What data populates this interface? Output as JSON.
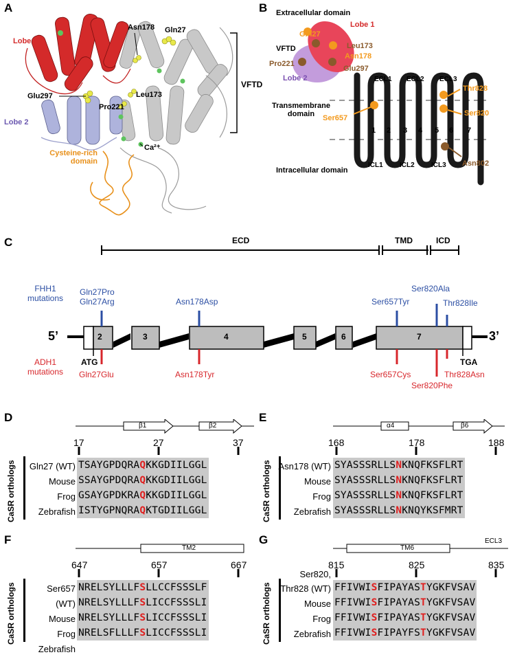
{
  "panels": {
    "A": "A",
    "B": "B",
    "C": "C",
    "D": "D",
    "E": "E",
    "F": "F",
    "G": "G"
  },
  "panel_a": {
    "labels": {
      "lobe1": "Lobe 1",
      "lobe2": "Lobe 2",
      "asn178": "Asn178",
      "gln27": "Gln27",
      "glu297": "Glu297",
      "leu173": "Leu173",
      "pro221": "Pro221",
      "ca": "Ca²⁺",
      "crd_line1": "Cysteine-rich",
      "crd_line2": "domain",
      "vftd": "VFTD"
    },
    "colors": {
      "lobe1": "#d42a2a",
      "lobe2": "#aeb3dc",
      "crd": "#e8901a",
      "other": "#c8c8c8",
      "residue": "#e8e84a",
      "ca": "#5ec45e"
    }
  },
  "panel_b": {
    "extracellular": "Extracellular domain",
    "transmembrane_line1": "Transmembrane",
    "transmembrane_line2": "domain",
    "intracellular": "Intracellular domain",
    "vftd": "VFTD",
    "lobe1": "Lobe 1",
    "lobe2": "Lobe 2",
    "residues": {
      "gln27": "Gln27",
      "leu173": "Leu173",
      "asn178": "Asn178",
      "pro221": "Pro221",
      "glu297": "Glu297",
      "thr828": "Thr828",
      "ser820": "Ser820",
      "ser657": "Ser657",
      "asn802": "Asn802"
    },
    "ecl": [
      "ECL1",
      "ECL2",
      "ECL3"
    ],
    "icl": [
      "ICL1",
      "ICL2",
      "ICL3"
    ],
    "tm": [
      "1",
      "2",
      "3",
      "4",
      "5",
      "6",
      "7"
    ],
    "colors": {
      "orange": "#f39a1e",
      "brown": "#8a5a2b",
      "lobe1": "#e8455a",
      "lobe2": "#b98bd6"
    }
  },
  "panel_c": {
    "ecd": "ECD",
    "tmd": "TMD",
    "icd": "ICD",
    "fhh1_line1": "FHH1",
    "fhh1_line2": "mutations",
    "adh1_line1": "ADH1",
    "adh1_line2": "mutations",
    "five": "5’",
    "three": "3’",
    "atg": "ATG",
    "tga": "TGA",
    "exons": [
      "2",
      "3",
      "4",
      "5",
      "6",
      "7"
    ],
    "fhh1_muts": [
      "Gln27Pro",
      "Gln27Arg",
      "Asn178Asp",
      "Ser657Tyr",
      "Ser820Ala",
      "Thr828Ile"
    ],
    "adh1_muts": [
      "Gln27Glu",
      "Asn178Tyr",
      "Ser657Cys",
      "Ser820Phe",
      "Thr828Asn"
    ],
    "colors": {
      "fhh1": "#2b4ea3",
      "adh1": "#d7262b",
      "exon": "#bdbdbd"
    }
  },
  "alignments": {
    "ylabel": "CaSR orthologs",
    "D": {
      "struct": [
        "β1",
        "β2"
      ],
      "ticks": [
        "17",
        "27",
        "37"
      ],
      "names": [
        "Gln27 (WT)",
        "Mouse",
        "Frog",
        "Zebrafish"
      ],
      "rows": [
        {
          "pre": "TSAYGPDQRA",
          "hl": "Q",
          "post": "KKGDIILGGL"
        },
        {
          "pre": "SSAYGPDQRA",
          "hl": "Q",
          "post": "KKGDIILGGL"
        },
        {
          "pre": "GSAYGPDKRA",
          "hl": "Q",
          "post": "KKGDIILGGL"
        },
        {
          "pre": "ISTYGPNQRA",
          "hl": "Q",
          "post": "KTGDIILGGL"
        }
      ]
    },
    "E": {
      "struct": [
        "α4",
        "β6"
      ],
      "ticks": [
        "168",
        "178",
        "188"
      ],
      "names": [
        "Asn178 (WT)",
        "Mouse",
        "Frog",
        "Zebrafish"
      ],
      "rows": [
        {
          "pre": "SYASSSRLLS",
          "hl": "N",
          "post": "KNQFKSFLRT"
        },
        {
          "pre": "SYASSSRLLS",
          "hl": "N",
          "post": "KNQFKSFLRT"
        },
        {
          "pre": "SYASSSRLLS",
          "hl": "N",
          "post": "KNQFKSFLRT"
        },
        {
          "pre": "SYASSSRLLS",
          "hl": "N",
          "post": "KNQYKSFMRT"
        }
      ]
    },
    "F": {
      "struct": [
        "TM2"
      ],
      "ticks": [
        "647",
        "657",
        "667"
      ],
      "names": [
        "Ser657 (WT)",
        "Mouse",
        "Frog",
        "Zebrafish"
      ],
      "rows": [
        {
          "pre": "NRELSYLLLF",
          "hl": "S",
          "post": "LLCCFSSSLF"
        },
        {
          "pre": "NRELSYLLLF",
          "hl": "S",
          "post": "LICCFSSSLI"
        },
        {
          "pre": "NRELSYLLLF",
          "hl": "S",
          "post": "LICCFSSSLI"
        },
        {
          "pre": "NRELSFLLLF",
          "hl": "S",
          "post": "LICCFSSSLI"
        }
      ]
    },
    "G": {
      "struct": [
        "TM6",
        "ECL3"
      ],
      "ticks": [
        "815",
        "825",
        "835"
      ],
      "names_line1": "Ser820,",
      "names": [
        "Thr828 (WT)",
        "Mouse",
        "Frog",
        "Zebrafish"
      ],
      "rows": [
        {
          "s1": "FFIVWI",
          "h1": "S",
          "s2": "FIPAYAS",
          "h2": "T",
          "s3": "YGKFVSAV"
        },
        {
          "s1": "FFIVWI",
          "h1": "S",
          "s2": "FIPAYAS",
          "h2": "T",
          "s3": "YGKFVSAV"
        },
        {
          "s1": "FFIVWI",
          "h1": "S",
          "s2": "FIPAYAS",
          "h2": "T",
          "s3": "YGKFVSAV"
        },
        {
          "s1": "FFIVWI",
          "h1": "S",
          "s2": "FIPAYFS",
          "h2": "T",
          "s3": "YGKFVSAV"
        }
      ]
    }
  }
}
